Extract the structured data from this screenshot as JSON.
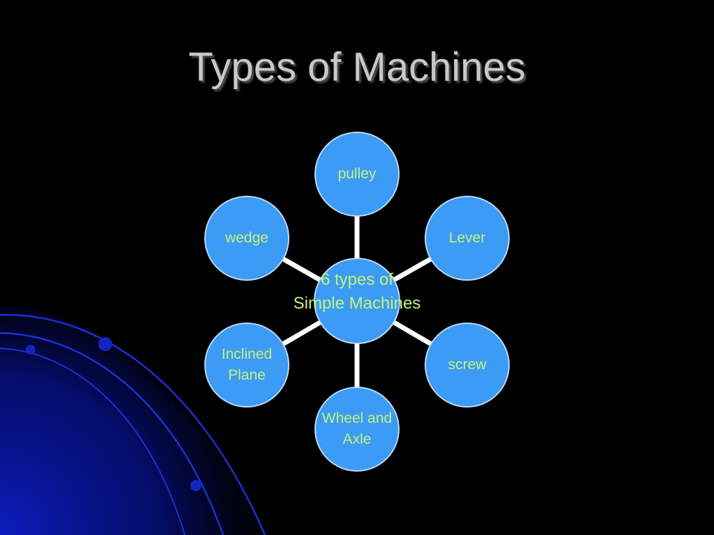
{
  "slide": {
    "title": "Types of Machines"
  },
  "diagram": {
    "center": "6 types of\nSimple Machines",
    "nodes": [
      {
        "id": "pulley",
        "label": "pulley"
      },
      {
        "id": "lever",
        "label": "Lever"
      },
      {
        "id": "screw",
        "label": "screw"
      },
      {
        "id": "wheel",
        "label": "Wheel and\nAxle"
      },
      {
        "id": "inclined",
        "label": "Inclined\nPlane"
      },
      {
        "id": "wedge",
        "label": "wedge"
      }
    ]
  },
  "colors": {
    "background": "#000000",
    "node_fill": "#3b9bf5",
    "node_text": "#c6f27a",
    "title_text": "#c8c8c8",
    "connector": "#ffffff",
    "decor_blue": "#0a1aa0"
  }
}
